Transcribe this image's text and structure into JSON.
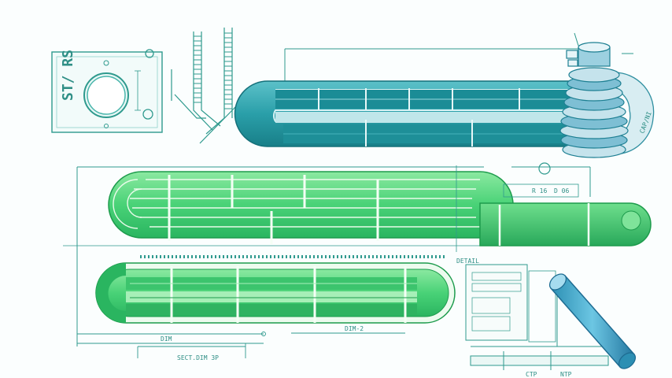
{
  "colors": {
    "line": "#2f9a8e",
    "teal_dark": "#1e8f98",
    "teal_mid": "#3aa9b3",
    "teal_light": "#bfe6ea",
    "green_dark": "#2fbf63",
    "green_mid": "#57d982",
    "green_light": "#c9f5cf",
    "cream": "#f4fbf3"
  },
  "labels": {
    "plate_code": "ST/ RS",
    "right_spiral_tag": "CAP/NI",
    "bottom_dim_1": "DIM",
    "bottom_dim_2": "DIM-2",
    "bottom_caption": "SECT.DIM 3P",
    "detail_panel_title": "DETAIL",
    "detail_foot_1": "CTP",
    "detail_foot_2": "NTP",
    "mid_callout": "R 16",
    "mid_callout_2": "D 06"
  },
  "icons": [
    "flange-plate-icon",
    "coil-spring-icon",
    "spiral-fitting-icon",
    "tube-cylinder-icon"
  ]
}
